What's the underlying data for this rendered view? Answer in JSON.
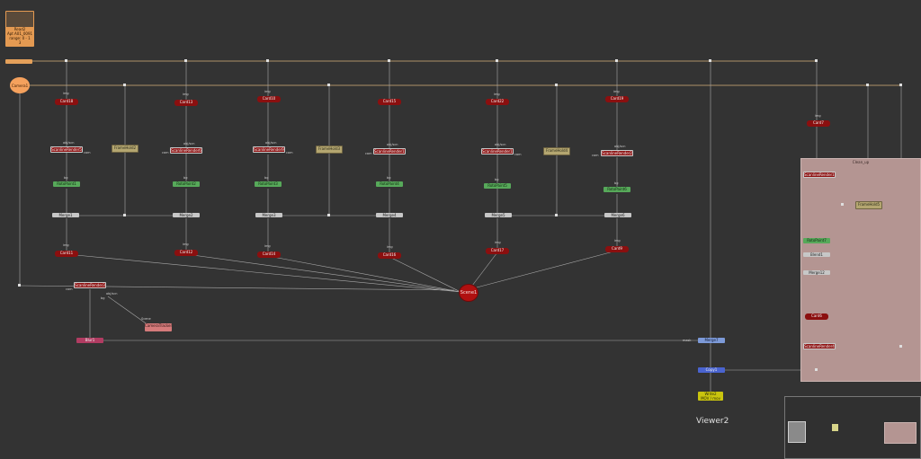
{
  "read": {
    "title": "Read2",
    "line1": "Apt A01_0091",
    "line2": "range: 0 - 1",
    "line3": "3"
  },
  "camera": {
    "label": "Camera1"
  },
  "scene": {
    "label": "Scene1"
  },
  "cards": [
    "Card18",
    "Card13",
    "Card10",
    "Card15",
    "Card22",
    "Card19",
    "Card7",
    "Card11",
    "Card12",
    "Card14",
    "Card16",
    "Card17",
    "Card9",
    "Card6"
  ],
  "scanlines": [
    "ScanlineRender5",
    "ScanlineRender6",
    "ScanlineRender9",
    "ScanlineRender10",
    "ScanlineRender12",
    "ScanlineRender2",
    "ScanlineRender3",
    "ScanlineRender13",
    "ScanlineRender4"
  ],
  "frameholds": [
    "FrameHold2",
    "FrameHold3",
    "FrameHold4",
    "FrameHold5"
  ],
  "green_nodes": [
    "RotoPaint1",
    "RotoPaint2",
    "RotoPaint3",
    "RotoPaint4",
    "RotoPaint5",
    "RotoPaint6",
    "RotoPaint7"
  ],
  "merge_nodes": [
    "Merge1",
    "Merge2",
    "Merge3",
    "Merge4",
    "Merge5",
    "Merge6",
    "Merge12",
    "Blend1"
  ],
  "misc": {
    "pink": "Blur1",
    "salmon": "CameraTracker",
    "blue": "Merge7",
    "blue2": "Copy1",
    "write": "Write2",
    "write_sub": "MOV / mov"
  },
  "backdrop": {
    "title": "Clean_up"
  },
  "pipe_labels": {
    "img": "img",
    "obj": "obj/scn",
    "bg": "bg",
    "cam": "cam",
    "mask": "mask",
    "scene": "Scene"
  },
  "viewer": {
    "label": "Viewer2"
  }
}
